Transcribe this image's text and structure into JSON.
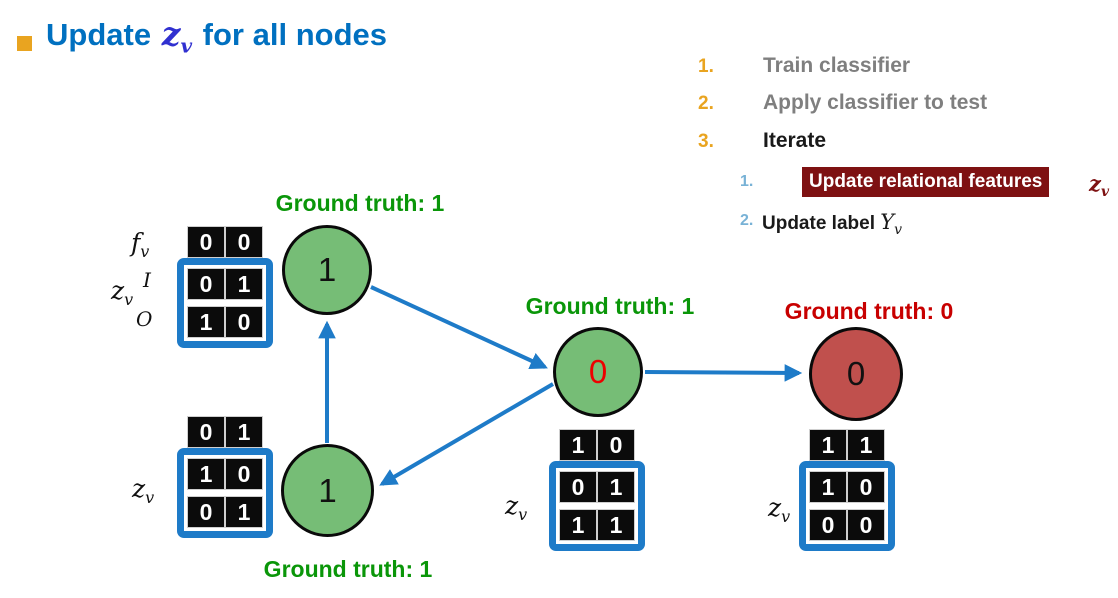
{
  "title": {
    "prefix": "Update ",
    "math_base": "z",
    "math_sub": "v",
    "suffix": " for all nodes"
  },
  "steps": {
    "items": [
      {
        "num": "1.",
        "label": "Train classifier"
      },
      {
        "num": "2.",
        "label": "Apply classifier to test"
      },
      {
        "num": "3.",
        "label": "Iterate"
      }
    ],
    "sub_items": [
      {
        "num": "1.",
        "label": "Update relational features",
        "math_base": "z",
        "math_sub": "v"
      },
      {
        "num": "2.",
        "label": "Update label ",
        "math_base": "Y",
        "math_sub": "v"
      }
    ]
  },
  "graph": {
    "nodes": [
      {
        "id": "top-left",
        "value": "1",
        "ground_truth": "Ground truth: 1"
      },
      {
        "id": "bottom-left",
        "value": "1",
        "ground_truth": "Ground truth: 1"
      },
      {
        "id": "middle",
        "value": "0",
        "ground_truth": "Ground truth: 1"
      },
      {
        "id": "right",
        "value": "0",
        "ground_truth": "Ground truth: 0"
      }
    ]
  },
  "matrices": {
    "m1": {
      "feature_label_base": "f",
      "feature_label_sub": "v",
      "z_label_base": "z",
      "z_label_sub": "v",
      "row_label_in": "I",
      "row_label_out": "O",
      "rows": [
        [
          "0",
          "0"
        ],
        [
          "0",
          "1"
        ],
        [
          "1",
          "0"
        ]
      ]
    },
    "m2": {
      "z_label_base": "z",
      "z_label_sub": "v",
      "rows": [
        [
          "0",
          "1"
        ],
        [
          "1",
          "0"
        ],
        [
          "0",
          "1"
        ]
      ]
    },
    "m3": {
      "z_label_base": "z",
      "z_label_sub": "v",
      "rows": [
        [
          "1",
          "0"
        ],
        [
          "0",
          "1"
        ],
        [
          "1",
          "1"
        ]
      ]
    },
    "m4": {
      "z_label_base": "z",
      "z_label_sub": "v",
      "rows": [
        [
          "1",
          "1"
        ],
        [
          "1",
          "0"
        ],
        [
          "0",
          "0"
        ]
      ]
    }
  },
  "colors": {
    "title_blue": "#0070C0",
    "title_math_blue": "#3030D0",
    "bullet_gold": "#E9A420",
    "list_gray": "#7F7F7F",
    "number_gold": "#E9A420",
    "sub_number_blue": "#78B2D6",
    "highlight_maroon": "#7E1112",
    "node_green": "#76BD76",
    "node_red": "#C0504D",
    "ground_truth_green": "#0A9609",
    "ground_truth_red": "#C80000",
    "arrow_blue": "#1E7BC8",
    "matrix_border_blue": "#1E7BC8",
    "node_value_red": "#EE0000"
  }
}
